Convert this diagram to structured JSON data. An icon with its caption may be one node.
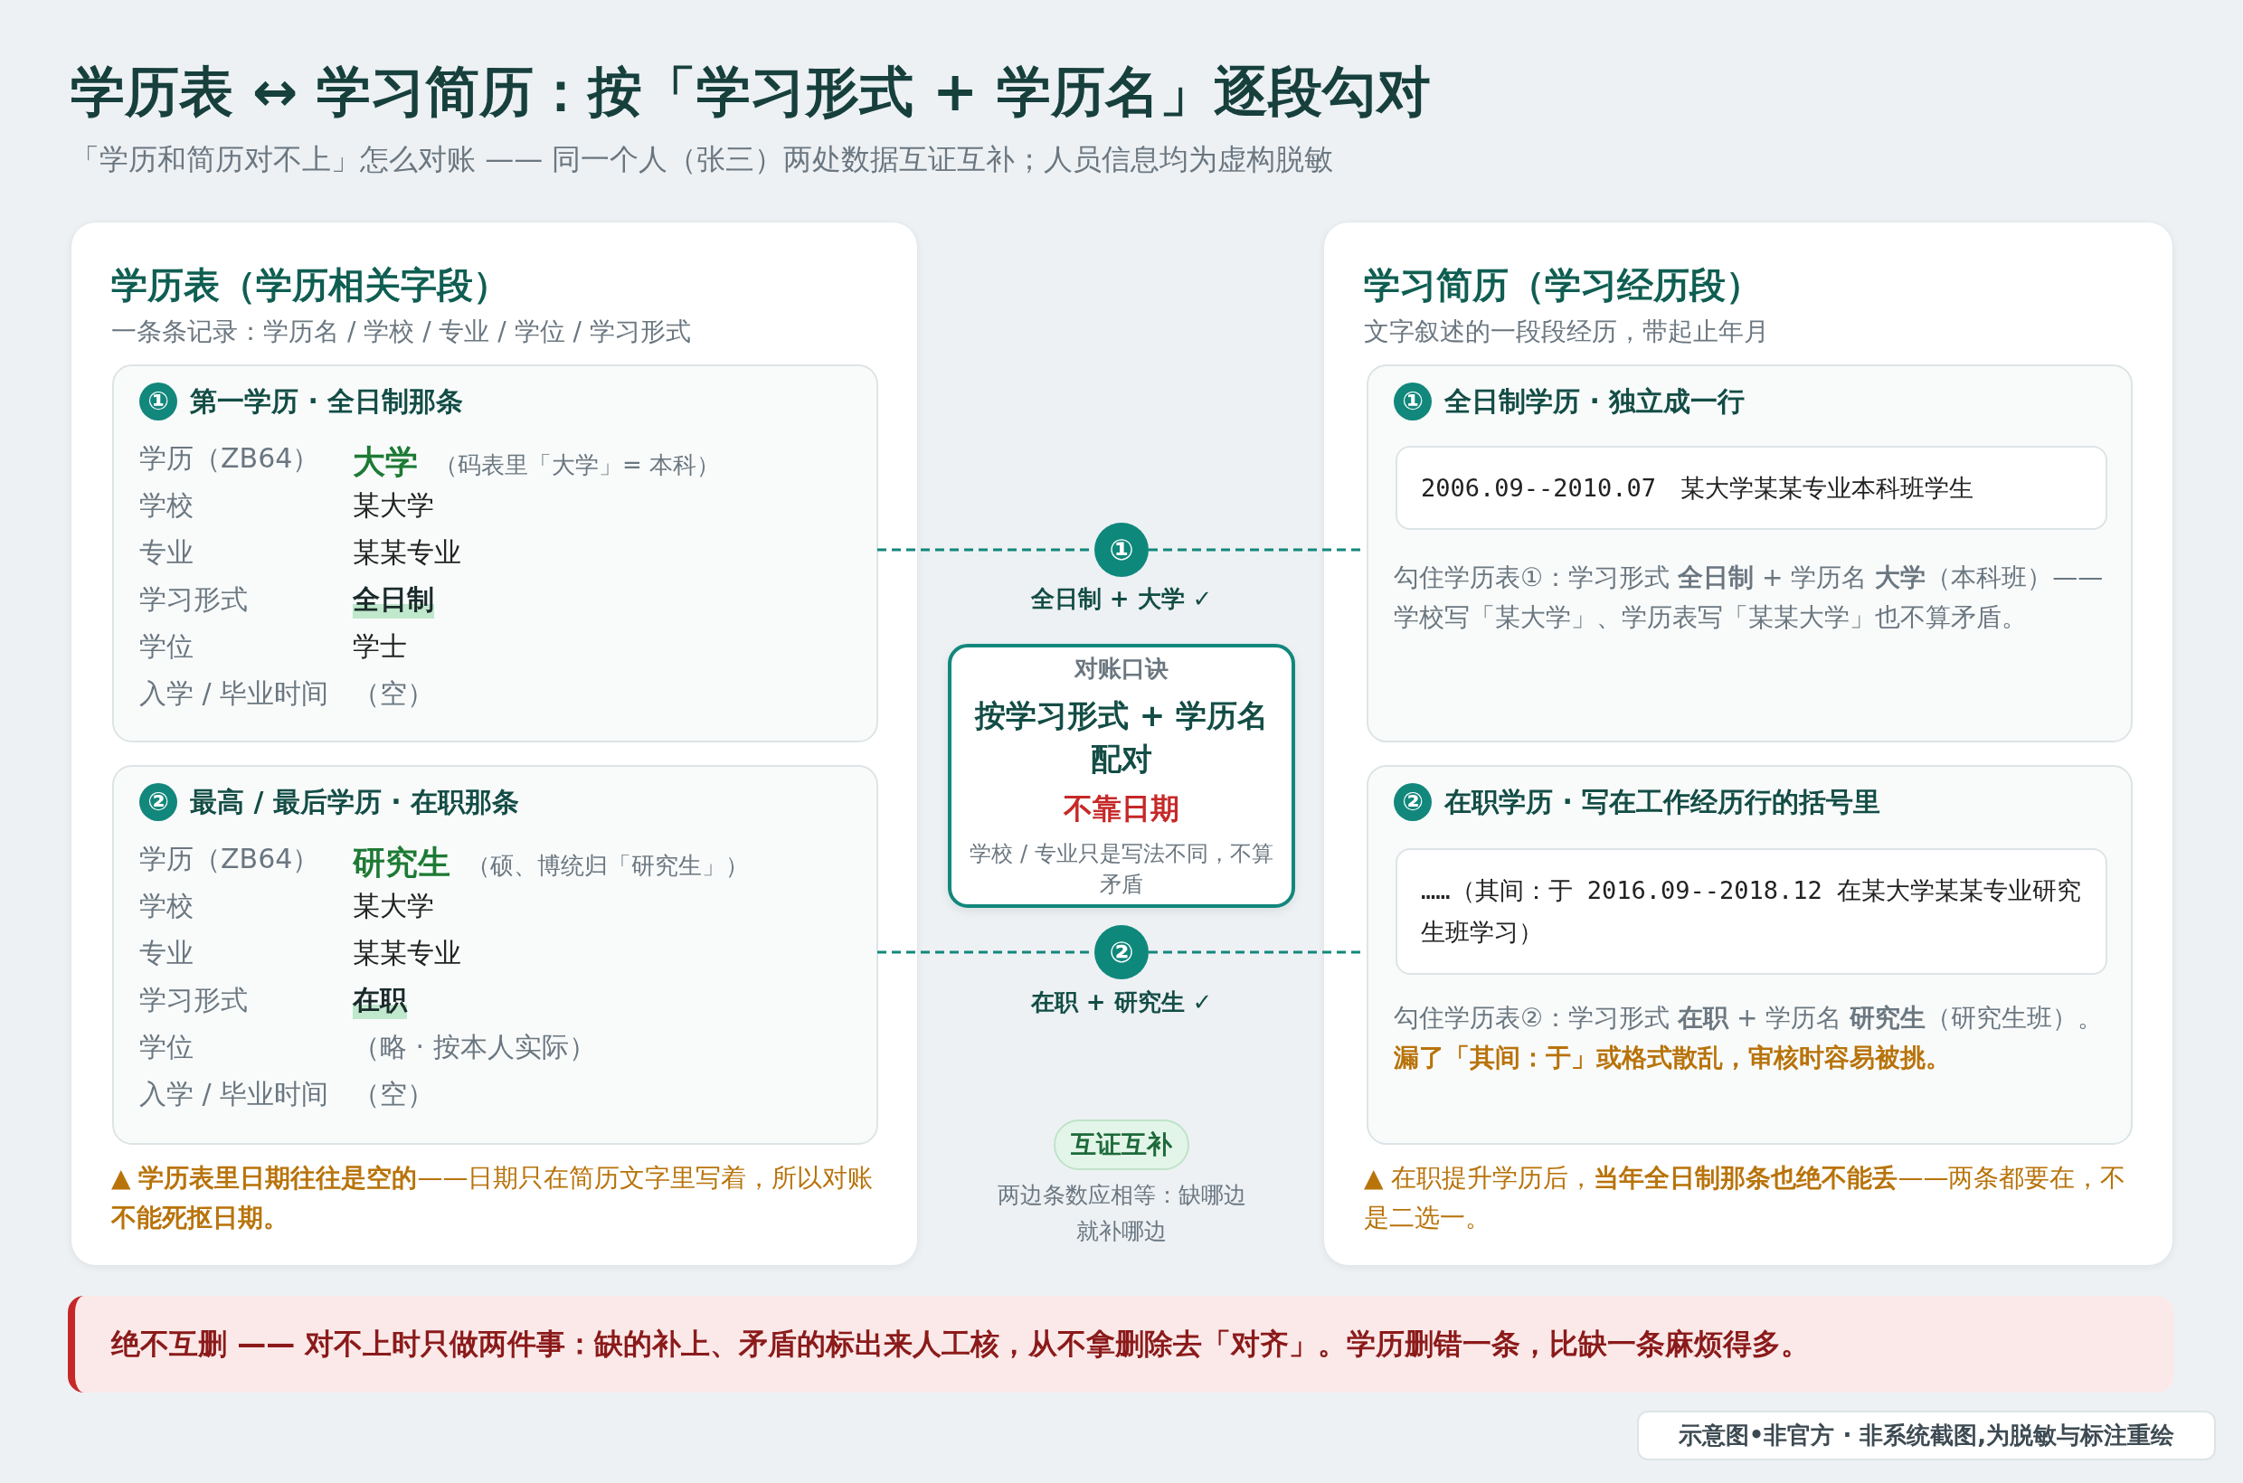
{
  "diagram": {
    "title": "学历表 ↔ 学习简历：按「学习形式 + 学历名」逐段勾对",
    "nodes": [
      {
        "text": [
          "学历表（学历相关字段）",
          "一条条记录：学历名 / 学校 / 专业 / 学位 / 学习形式",
          "▲ **学历表里日期往往是空的**——日期只在简历文字里写着，所以对账**不能死抠日期。**"
        ]
      },
      {
        "text": [
          "①",
          "第一学历 · 全日制那条",
          "学历（ZB64）",
          "大学",
          "（码表里「大学」= 本科）",
          "学校",
          "某大学",
          "专业",
          "某某专业",
          "学习形式",
          "全日制",
          "学位",
          "学士",
          "入学 / 毕业时间",
          "（空）"
        ],
        "in": 0
      },
      {
        "text": [
          "②",
          "最高 / 最后学历 · 在职那条",
          "学历（ZB64）",
          "研究生",
          "（硕、博统归「研究生」）",
          "学校",
          "某大学",
          "专业",
          "某某专业",
          "学习形式",
          "在职",
          "学位",
          "（略 · 按本人实际）",
          "入学 / 毕业时间",
          "（空）"
        ],
        "in": 0
      },
      {
        "text": [
          "①"
        ],
        "beside": [
          "全日制 + 大学 ✓"
        ]
      },
      {
        "text": [
          "对账口诀",
          "按学习形式 + 学历名配对",
          "不靠日期",
          "学校 / 专业只是写法不同，不算矛盾"
        ]
      },
      {
        "text": [
          "②"
        ],
        "beside": [
          "在职 + 研究生 ✓"
        ]
      },
      {
        "text": [
          "互证互补"
        ],
        "beside": [
          "两边条数应相等：缺哪边就补哪边"
        ]
      },
      {
        "text": [
          "学习简历（学习经历段）",
          "文字叙述的一段段经历，带起止年月",
          "▲ 在职提升学历后，**当年全日制那条也绝不能丢**——两条都要在，不是二选一。"
        ]
      },
      {
        "text": [
          "①",
          "全日制学历 · 独立成一行",
          "勾住学历表①：学习形式 **全日制** + 学历名 **大学**（本科班）——学校写「某大学」、学历表写「某某大学」也不算矛盾。"
        ],
        "in": 7
      },
      {
        "text": [
          "2006.09--2010.07　某大学某某专业本科班学生"
        ],
        "in": 8
      },
      {
        "text": [
          "②",
          "在职学历 · 写在工作经历行的括号里",
          "勾住学历表②：学习形式 **在职** + 学历名 **研究生**（研究生班）。",
          "漏了「其间：于」或格式散乱，审核时容易被挑。"
        ],
        "in": 7
      },
      {
        "text": [
          "……（其间：于 2016.09--2018.12 在某大学某某专业研究生班学习）"
        ],
        "in": 10
      },
      {
        "text": [
          "绝不互删 —— 对不上时只做两件事：缺的补上、矛盾的标出来人工核，从不拿删除去「对齐」。学历删错一条，比缺一条麻烦得多。"
        ]
      },
      {
        "text": [
          "示意图•非官方 · 非系统截图,为脱敏与标注重绘"
        ]
      }
    ],
    "edges": [
      {
        "from": 1,
        "to": 3,
        "arrow": "none",
        "style": "dashed"
      },
      {
        "from": 3,
        "to": 8,
        "arrow": "none",
        "style": "dashed"
      },
      {
        "from": 2,
        "to": 5,
        "arrow": "none",
        "style": "dashed"
      },
      {
        "from": 5,
        "to": 10,
        "arrow": "none",
        "style": "dashed"
      }
    ],
    "labels": [
      "「学历和简历对不上」怎么对账 —— 同一个人（张三）两处数据互证互补；人员信息均为虚构脱敏"
    ]
  }
}
